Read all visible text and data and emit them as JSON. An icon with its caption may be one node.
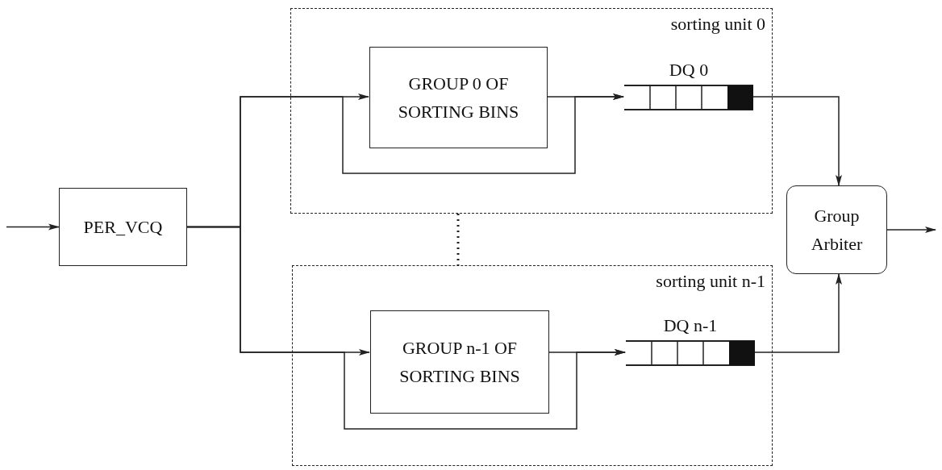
{
  "diagram": {
    "nodes": [
      {
        "text": [
          "sorting unit 0"
        ]
      },
      {
        "text": [
          "GROUP 0 OF SORTING BINS"
        ],
        "in": 0
      },
      {
        "text": [
          "DQ 0"
        ],
        "in": 0
      },
      {
        "text": [
          "PER_VCQ"
        ]
      },
      {
        "text": [
          "Group Arbiter"
        ]
      },
      {
        "text": [
          "sorting unit n-1"
        ]
      },
      {
        "text": [
          "GROUP n-1 OF SORTING BINS"
        ],
        "in": 5
      },
      {
        "text": [
          "DQ n-1"
        ],
        "in": 5
      }
    ],
    "edges": [
      {
        "from": null,
        "to": 3,
        "arrow": "to"
      },
      {
        "from": 3,
        "to": 1,
        "arrow": "to"
      },
      {
        "from": 3,
        "to": 6,
        "arrow": "to"
      },
      {
        "from": 3,
        "to": 2,
        "arrow": "to"
      },
      {
        "from": 1,
        "to": 2,
        "arrow": "to"
      },
      {
        "from": 3,
        "to": 7,
        "arrow": "to"
      },
      {
        "from": 6,
        "to": 7,
        "arrow": "to"
      },
      {
        "from": 2,
        "to": 4,
        "arrow": "to"
      },
      {
        "from": 7,
        "to": 4,
        "arrow": "to"
      },
      {
        "from": 4,
        "to": null,
        "arrow": "to"
      },
      {
        "from": 0,
        "to": 5,
        "arrow": "none",
        "style": "dashed"
      }
    ]
  }
}
